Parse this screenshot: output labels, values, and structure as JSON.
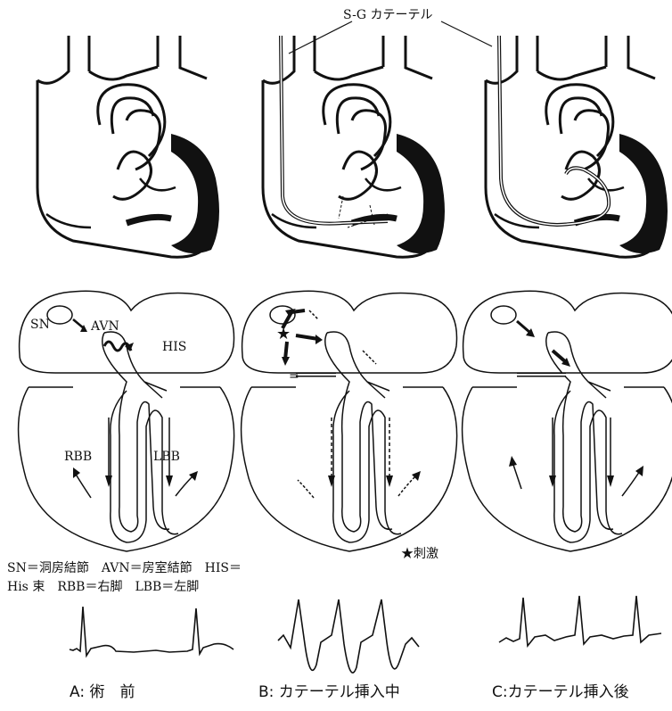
{
  "catheter_label": "S-G カテーテル",
  "stimulus_label": "★刺激",
  "labels": {
    "sn": "SN",
    "avn": "AVN",
    "his": "HIS",
    "rbb": "RBB",
    "lbb": "LBB"
  },
  "legend": {
    "line1": "SN＝洞房結節　AVN＝房室結節　HIS＝",
    "line2": "His 束　RBB＝右脚　LBB＝左脚"
  },
  "captions": {
    "a": "A: 術　前",
    "b": "B: カテーテル挿入中",
    "c": "C:カテーテル挿入後"
  }
}
